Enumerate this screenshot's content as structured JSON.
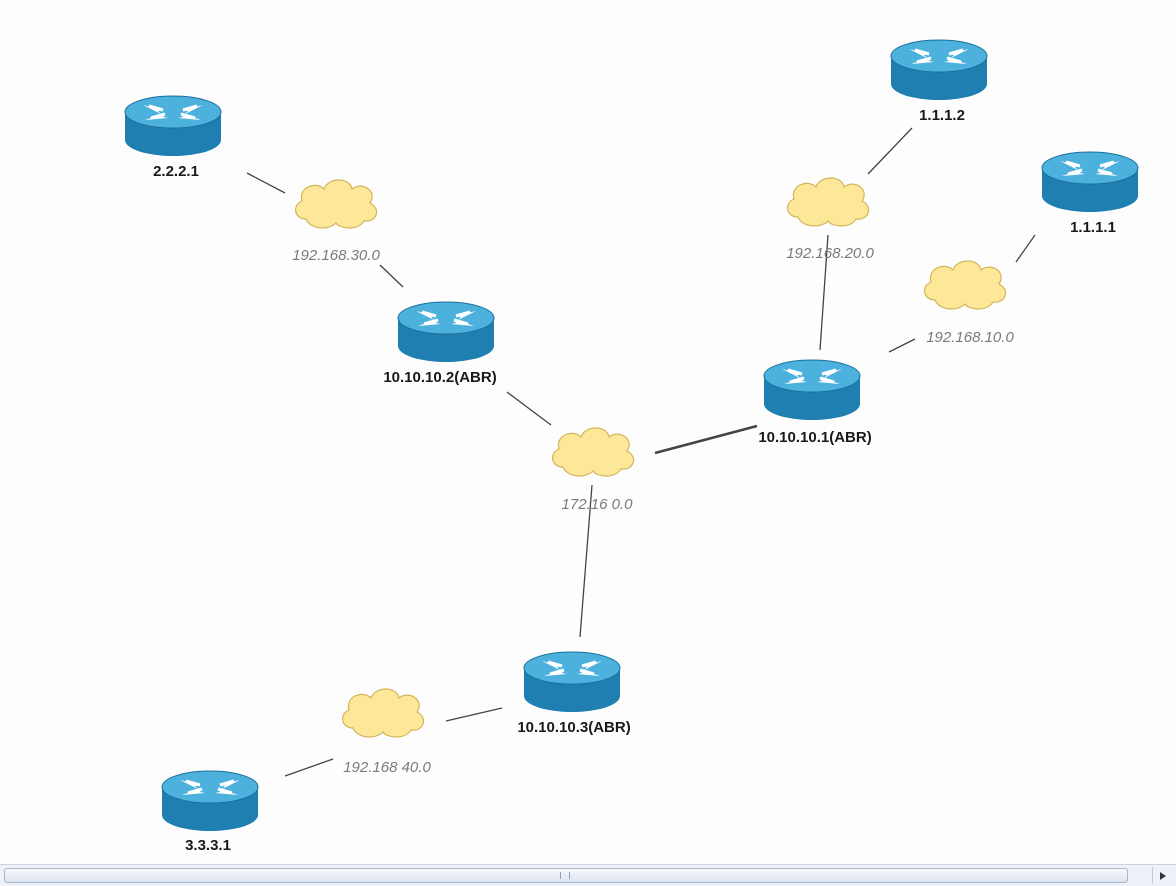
{
  "diagram": {
    "routers": [
      {
        "id": "r-2221",
        "label": "2.2.2.1",
        "icon": "router-icon"
      },
      {
        "id": "r-1112",
        "label": "1.1.1.2",
        "icon": "router-icon"
      },
      {
        "id": "r-1111",
        "label": "1.1.1.1",
        "icon": "router-icon"
      },
      {
        "id": "r-abr2",
        "label": "10.10.10.2(ABR)",
        "icon": "router-icon"
      },
      {
        "id": "r-abr1",
        "label": "10.10.10.1(ABR)",
        "icon": "router-icon"
      },
      {
        "id": "r-abr3",
        "label": "10.10.10.3(ABR)",
        "icon": "router-icon"
      },
      {
        "id": "r-3331",
        "label": "3.3.3.1",
        "icon": "router-icon"
      }
    ],
    "networks": [
      {
        "id": "n-30",
        "label": "192.168.30.0",
        "icon": "cloud-icon"
      },
      {
        "id": "n-20",
        "label": "192.168.20.0",
        "icon": "cloud-icon"
      },
      {
        "id": "n-10",
        "label": "192.168.10.0",
        "icon": "cloud-icon"
      },
      {
        "id": "n-172",
        "label": "172.16 0.0",
        "icon": "cloud-icon"
      },
      {
        "id": "n-40",
        "label": "192.168 40.0",
        "icon": "cloud-icon"
      }
    ],
    "links": [
      {
        "from": "r-2221",
        "to": "n-30"
      },
      {
        "from": "n-30",
        "to": "r-abr2"
      },
      {
        "from": "r-1112",
        "to": "n-20"
      },
      {
        "from": "n-20",
        "to": "r-abr1"
      },
      {
        "from": "r-1111",
        "to": "n-10"
      },
      {
        "from": "n-10",
        "to": "r-abr1"
      },
      {
        "from": "r-abr2",
        "to": "n-172"
      },
      {
        "from": "r-abr1",
        "to": "n-172"
      },
      {
        "from": "n-172",
        "to": "r-abr3"
      },
      {
        "from": "r-abr3",
        "to": "n-40"
      },
      {
        "from": "n-40",
        "to": "r-3331"
      }
    ],
    "colors": {
      "router_body": "#1f7fb0",
      "router_top": "#4db1dd",
      "cloud_fill": "#fde89a",
      "cloud_stroke": "#d2b55a",
      "link": "#444444"
    }
  }
}
